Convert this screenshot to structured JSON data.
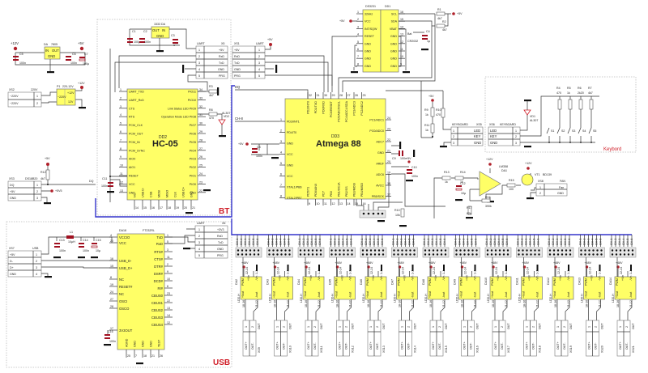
{
  "diagram": {
    "power": {
      "reg_da": {
        "ref": "DA",
        "part": "7805",
        "pins": [
          "IN",
          "OUT",
          "GND"
        ],
        "in_net": "+12V",
        "out_net": "+5V",
        "caps": [
          {
            "ref": "C5",
            "value": "100n"
          },
          {
            "ref": "C6",
            "value": "100n"
          },
          {
            "ref": "C7",
            "value": "100µ"
          }
        ]
      },
      "reg_3v3": {
        "ref": "1533 DA",
        "pins": [
          "OUT",
          "IN",
          "GND"
        ],
        "caps": [
          {
            "ref": "C1",
            "value": "100µ"
          },
          {
            "ref": "C2",
            "value": "100n"
          },
          {
            "ref": "C3",
            "value": "100n"
          }
        ]
      },
      "mains": {
        "connector": "XS2",
        "title": "220V",
        "rows": [
          {
            "label": "~220V",
            "pin": "1"
          },
          {
            "label": "~220V",
            "pin": "2"
          }
        ]
      },
      "psu": {
        "ref": "P1",
        "title": "220-12V",
        "in_label": "~220V",
        "out_labels": [
          "+12V",
          "12V"
        ],
        "out_net": "+12V"
      }
    },
    "sensor": {
      "connector": "XS3",
      "part": "DS18B20",
      "res_label": "4k7",
      "res_ref": "R12",
      "net_top": "+5V",
      "rows": [
        {
          "label": "DQ",
          "pin": "1"
        },
        {
          "label": "+5V",
          "pin": "2"
        },
        {
          "label": "GND",
          "pin": "3"
        }
      ],
      "net_out": "+5V5",
      "signal": "DQ"
    },
    "bt": {
      "section_label": "BT",
      "chip": {
        "ref": "DD2",
        "name": "HC-05",
        "left_pins": [
          {
            "n": "1",
            "name": "UART_TXD"
          },
          {
            "n": "2",
            "name": "UART_RxD"
          },
          {
            "n": "3",
            "name": "CTS"
          },
          {
            "n": "4",
            "name": "RTS"
          },
          {
            "n": "5",
            "name": "PCM_CLK"
          },
          {
            "n": "6",
            "name": "PCM_OUT"
          },
          {
            "n": "7",
            "name": "PCM_IN"
          },
          {
            "n": "8",
            "name": "PCM_SYNC"
          },
          {
            "n": "9",
            "name": "AIO0"
          },
          {
            "n": "10",
            "name": "AIO1"
          },
          {
            "n": "11",
            "name": "RESET"
          },
          {
            "n": "12",
            "name": "VCC"
          },
          {
            "n": "13",
            "name": "GND"
          }
        ],
        "right_pins": [
          {
            "n": "34",
            "name": "PIO11"
          },
          {
            "n": "33",
            "name": "PIO10"
          },
          {
            "n": "32",
            "name": "Link Status LED PIO9"
          },
          {
            "n": "31",
            "name": "Operation Mode LED PIO8"
          },
          {
            "n": "30",
            "name": "PIO7"
          },
          {
            "n": "29",
            "name": "PIO6"
          },
          {
            "n": "28",
            "name": "PIO5"
          },
          {
            "n": "27",
            "name": "PIO4"
          },
          {
            "n": "26",
            "name": "PIO3"
          },
          {
            "n": "25",
            "name": "PIO2"
          },
          {
            "n": "24",
            "name": "PIO1"
          },
          {
            "n": "23",
            "name": "PIO0"
          },
          {
            "n": "22",
            "name": "GND"
          }
        ],
        "bottom_pins": [
          {
            "n": "14",
            "name": "NC"
          },
          {
            "n": "15",
            "name": "USB D-"
          },
          {
            "n": "16",
            "name": "CSB"
          },
          {
            "n": "17",
            "name": "MOSI"
          },
          {
            "n": "18",
            "name": "MISO"
          },
          {
            "n": "19",
            "name": "CLK"
          },
          {
            "n": "20",
            "name": "USB D+"
          },
          {
            "n": "21",
            "name": "GND"
          }
        ]
      },
      "r3": {
        "ref": "R3",
        "value": "4k7"
      },
      "r8": {
        "ref": "R8",
        "value": "470"
      },
      "led": {
        "ref": "AL307",
        "desig": "VD2"
      },
      "c11": {
        "ref": "C11",
        "value": "100n"
      },
      "uart": {
        "connector": "X5",
        "title": "UART",
        "rows": [
          {
            "pin": "1",
            "label": "+5V"
          },
          {
            "pin": "2",
            "label": "RxD"
          },
          {
            "pin": "3",
            "label": "TxD"
          },
          {
            "pin": "4",
            "label": "GND"
          },
          {
            "pin": "5",
            "label": "PRG"
          }
        ]
      }
    },
    "uart_xs1": {
      "connector": "XS1",
      "title": "UART",
      "net": "+5V",
      "rows": [
        {
          "label": "+5V",
          "pin": "1"
        },
        {
          "label": "RxD",
          "pin": "2"
        },
        {
          "label": "TxD",
          "pin": "3"
        },
        {
          "label": "GND",
          "pin": "4"
        },
        {
          "label": "PRG",
          "pin": "5"
        }
      ]
    },
    "mcu": {
      "ref": "DD3",
      "name": "Atmega 88",
      "net_vcc": "+5V",
      "c8": {
        "ref": "C8",
        "value": "100n"
      },
      "c9": {
        "ref": "C9",
        "value": "100n"
      },
      "c10": {
        "ref": "C10",
        "value": "100n"
      },
      "net_hv": "+5V",
      "left_pins": [
        {
          "n": "1",
          "name": "PD3/INT1"
        },
        {
          "n": "2",
          "name": "PD4/T0"
        },
        {
          "n": "3",
          "name": "GND"
        },
        {
          "n": "4",
          "name": "VCC"
        },
        {
          "n": "5",
          "name": "GND"
        },
        {
          "n": "6",
          "name": "VCC"
        },
        {
          "n": "7",
          "name": "XTAL1/PB6"
        },
        {
          "n": "8",
          "name": "XTAL2/PB7"
        }
      ],
      "right_pins": [
        {
          "n": "24",
          "name": "PC1/ADC1"
        },
        {
          "n": "23",
          "name": "PC0/ADC0"
        },
        {
          "n": "22",
          "name": "ADC7"
        },
        {
          "n": "21",
          "name": "GND"
        },
        {
          "n": "20",
          "name": "AREF"
        },
        {
          "n": "19",
          "name": "ADC6"
        },
        {
          "n": "18",
          "name": "AVCC"
        },
        {
          "n": "17",
          "name": "PB5/SCK"
        }
      ],
      "top_pins": [
        {
          "n": "32",
          "name": "PD2/INT0"
        },
        {
          "n": "31",
          "name": "PD1/TXD"
        },
        {
          "n": "30",
          "name": "PD0/RXD"
        },
        {
          "n": "29",
          "name": "PC6/RESET"
        },
        {
          "n": "28",
          "name": "PC5/ADC5/SCL"
        },
        {
          "n": "27",
          "name": "PC4/ADC4/SDA"
        },
        {
          "n": "26",
          "name": "PC3/ADC3"
        },
        {
          "n": "25",
          "name": "PC2/ADC2"
        }
      ],
      "bottom_pins": [
        {
          "n": "9",
          "name": "PD5/T1"
        },
        {
          "n": "10",
          "name": "PD6/AIN0"
        },
        {
          "n": "11",
          "name": "PD7"
        },
        {
          "n": "12",
          "name": "PB0"
        },
        {
          "n": "13",
          "name": "PB1/OC1A"
        },
        {
          "n": "14",
          "name": "PB2/SS"
        },
        {
          "n": "15",
          "name": "PB3/MOSI"
        },
        {
          "n": "16",
          "name": "PB4/MISO"
        }
      ],
      "net_ch8": "CH-8",
      "net_dq": "DQ",
      "r10": {
        "ref": "R10",
        "value": "10k"
      }
    },
    "rtc": {
      "ref": "DD1",
      "name": "DS3231",
      "left_pins": [
        {
          "n": "1",
          "name": "32kHz"
        },
        {
          "n": "2",
          "name": "VCC"
        },
        {
          "n": "3",
          "name": "INT/SQW"
        },
        {
          "n": "4",
          "name": "RESET"
        },
        {
          "n": "5",
          "name": "GND"
        },
        {
          "n": "6",
          "name": "GND"
        },
        {
          "n": "7",
          "name": "GND"
        },
        {
          "n": "8",
          "name": "GND"
        }
      ],
      "right_pins": [
        {
          "n": "16",
          "name": "SCL"
        },
        {
          "n": "15",
          "name": "SDA"
        },
        {
          "n": "14",
          "name": "VBAT"
        },
        {
          "n": "13",
          "name": "GND"
        },
        {
          "n": "12",
          "name": "GND"
        },
        {
          "n": "11",
          "name": "GND"
        },
        {
          "n": "10",
          "name": "GND"
        },
        {
          "n": "9",
          "name": "GND"
        }
      ],
      "net_vcc": "+5V",
      "r1": {
        "ref": "R1",
        "value": "4k7"
      },
      "r2": {
        "ref": "R2",
        "value": "4k7"
      },
      "net_pullup": "+5V",
      "bat": {
        "ref": "Bat",
        "value": "CR2032"
      },
      "c4": {
        "ref": "C4",
        "value": "1µ"
      }
    },
    "kbd_iface": {
      "r9": {
        "ref": "R9",
        "value": "1k"
      },
      "r10": {
        "ref": "R10",
        "value": "470"
      },
      "r11": {
        "ref": "R11",
        "value": "1k"
      },
      "net": "+5V",
      "connector": "XS5",
      "title": "KEYBOARD",
      "rows": [
        {
          "pin": "1",
          "label": "LED"
        },
        {
          "pin": "2",
          "label": "KEY"
        },
        {
          "pin": "3",
          "label": "GND"
        }
      ]
    },
    "keyboard": {
      "section_label": "Keybord",
      "connector": "XS6",
      "title": "KEYBOARD",
      "rows": [
        {
          "label": "LED",
          "pin": "1"
        },
        {
          "label": "KEY",
          "pin": "2"
        },
        {
          "label": "GND",
          "pin": "3"
        }
      ],
      "led": {
        "ref": "VD1",
        "part": "AL307"
      },
      "resistors": [
        {
          "ref": "R4",
          "value": "470"
        },
        {
          "ref": "R5",
          "value": "1k"
        },
        {
          "ref": "R6",
          "value": "2k20"
        },
        {
          "ref": "R7",
          "value": "4k7"
        }
      ],
      "switches": [
        "S1",
        "S2",
        "S3",
        "S4",
        "S5"
      ]
    },
    "fan": {
      "r13": {
        "ref": "R13",
        "value": "1k"
      },
      "r14": {
        "ref": "R14",
        "value": "1k"
      },
      "c12": {
        "ref": "C12",
        "value": "10µ"
      },
      "opamp": {
        "ref": "DA1",
        "part": "LM358"
      },
      "net_opamp": "+12V",
      "r15": {
        "ref": "R15",
        "value": "100"
      },
      "r16": {
        "ref": "R16",
        "value": "390k"
      },
      "r17": {
        "ref": "R17",
        "value": "82k"
      },
      "transistor": {
        "ref": "VT1",
        "part": "BD139"
      },
      "net_tr": "+12V",
      "connector": "XS8",
      "title": "FAN",
      "rows": [
        {
          "pin": "1",
          "label": "Fan"
        },
        {
          "pin": "2",
          "label": "GND"
        }
      ]
    },
    "usb": {
      "section_label": "USB",
      "chip": {
        "ref": "DA18",
        "name": "FT232RL",
        "left_pins": [
          {
            "n": "4",
            "name": "VCCIO"
          },
          {
            "n": "20",
            "name": "VCC"
          },
          {
            "n": "16",
            "name": "USB_D-"
          },
          {
            "n": "15",
            "name": "USB_D+"
          },
          {
            "n": "8",
            "name": "NC"
          },
          {
            "n": "19",
            "name": "RESET#"
          },
          {
            "n": "24",
            "name": "NC"
          },
          {
            "n": "27",
            "name": "OSCI"
          },
          {
            "n": "28",
            "name": "OSCO"
          },
          {
            "n": "17",
            "name": "3V3OUT"
          }
        ],
        "right_pins": [
          {
            "n": "1",
            "name": "TxD"
          },
          {
            "n": "5",
            "name": "RxD"
          },
          {
            "n": "3",
            "name": "RTS#"
          },
          {
            "n": "11",
            "name": "CTS#"
          },
          {
            "n": "2",
            "name": "DTR#"
          },
          {
            "n": "9",
            "name": "DSR#"
          },
          {
            "n": "10",
            "name": "DCD#"
          },
          {
            "n": "6",
            "name": "RI#"
          },
          {
            "n": "23",
            "name": "CBUS0"
          },
          {
            "n": "22",
            "name": "CBUS1"
          },
          {
            "n": "13",
            "name": "CBUS2"
          },
          {
            "n": "14",
            "name": "CBUS3"
          },
          {
            "n": "12",
            "name": "CBUS4"
          }
        ],
        "bottom_pins": [
          {
            "n": "25",
            "name": "AGND"
          },
          {
            "n": "7",
            "name": "GND"
          },
          {
            "n": "18",
            "name": "GND"
          },
          {
            "n": "21",
            "name": "GND"
          },
          {
            "n": "26",
            "name": "TEST"
          }
        ]
      },
      "l1": {
        "ref": "L1",
        "value": "10µH"
      },
      "c13": {
        "ref": "C13",
        "value": "100n"
      },
      "c14": {
        "ref": "C14",
        "value": "100n"
      },
      "c15": {
        "ref": "C15",
        "value": "10µ"
      },
      "c16": {
        "ref": "C16",
        "value": "100n"
      },
      "usb_conn": {
        "connector": "XS7",
        "title": "USB",
        "rows": [
          {
            "label": "+5V",
            "pin": "1"
          },
          {
            "label": "D-",
            "pin": "2"
          },
          {
            "label": "D+",
            "pin": "3"
          },
          {
            "label": "GND",
            "pin": "4"
          }
        ]
      },
      "uart": {
        "connector": "X6",
        "title": "UART",
        "rows": [
          {
            "pin": "1",
            "label": "+3V3"
          },
          {
            "pin": "2",
            "label": "RxD"
          },
          {
            "pin": "3",
            "label": "TxD"
          },
          {
            "pin": "4",
            "label": "GND"
          },
          {
            "pin": "5",
            "label": "PRG"
          }
        ]
      }
    },
    "drivers": {
      "net": "+48V",
      "pin_labels": {
        "pwr": "22-24",
        "vin": "+Vin",
        "vin_neg": "-Vin",
        "pwm": "PWM",
        "iout_pos": "+Iout",
        "iout_neg": "-Iout",
        "top_pins": "1-2",
        "bot_l": "18-16",
        "bot_r": "11-12"
      },
      "conn_pins": [
        "1",
        "2"
      ],
      "conn_labels": [
        "OUT+",
        "OUT-"
      ],
      "conn_title": "OUT",
      "bus_labels": [
        "CH-1",
        "CH-2",
        "CH-3",
        "CH-4",
        "CH-5",
        "CH-6",
        "CH-7",
        "CH-8"
      ],
      "channels": [
        {
          "ref": "DA2",
          "conn": "XS9"
        },
        {
          "ref": "DA3",
          "conn": "XS10"
        },
        {
          "ref": "DA4",
          "conn": "XS11"
        },
        {
          "ref": "DA5",
          "conn": "XS12"
        },
        {
          "ref": "DA6",
          "conn": "XS13"
        },
        {
          "ref": "DA7",
          "conn": "XS14"
        },
        {
          "ref": "DA8",
          "conn": "XS15"
        },
        {
          "ref": "DA9",
          "conn": "XS16"
        },
        {
          "ref": "DA10",
          "conn": "XS17"
        },
        {
          "ref": "DA11",
          "conn": "XS18"
        },
        {
          "ref": "DA12",
          "conn": "XS19"
        },
        {
          "ref": "DA13",
          "conn": "XS20"
        },
        {
          "ref": "DA14",
          "conn": "XS21"
        }
      ]
    }
  }
}
